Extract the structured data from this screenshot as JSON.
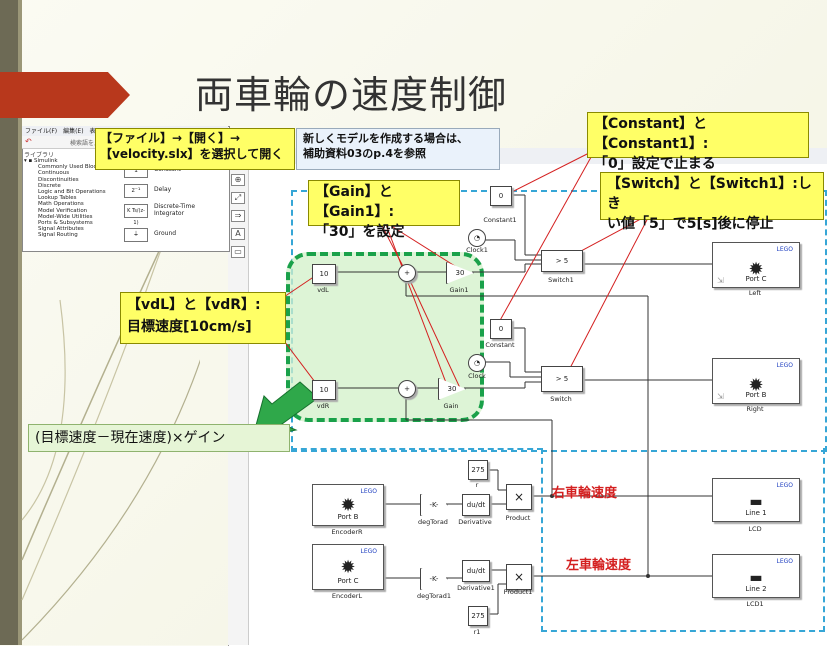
{
  "slide": {
    "title": "両車輪の速度制御"
  },
  "library": {
    "menu": [
      "ファイル(F)",
      "編集(E)",
      "表"
    ],
    "label": "ライブラリ",
    "search_text": "検索語を入",
    "tree": [
      "Simulink",
      "Commonly Used Blocks",
      "Continuous",
      "Discontinuities",
      "Discrete",
      "Logic and Bit Operations",
      "Lookup Tables",
      "Math Operations",
      "Model Verification",
      "Model-Wide Utilities",
      "Ports & Subsystems",
      "Signal Attributes",
      "Signal Routing"
    ],
    "blocks": [
      {
        "icon": "1",
        "name": "Constant"
      },
      {
        "icon": "z⁻¹",
        "name": "Delay"
      },
      {
        "icon": "K Ts/(z-1)",
        "name": "Discrete-Time Integrator"
      },
      {
        "icon": "⏚",
        "name": "Ground"
      }
    ]
  },
  "callouts": {
    "file": [
      "【ファイル】→【開く】→",
      "【velocity.slx】を選択して開く"
    ],
    "new_model": [
      "新しくモデルを作成する場合は、",
      "補助資料03のp.4を参照"
    ],
    "constant": [
      "【Constant】と【Constant1】:",
      "「0」設定で止まる"
    ],
    "switch": [
      "【Switch】と【Switch1】:しき",
      "い値「5」で5[s]後に停止"
    ],
    "gain": [
      "【Gain】と【Gain1】:",
      "「30」を設定"
    ],
    "vd": [
      "【vdL】と【vdR】:",
      "目標速度[10cm/s]"
    ],
    "error": "(目標速度－現在速度)×ゲイン"
  },
  "blocks": {
    "vdL": {
      "value": "10",
      "label": "vdL"
    },
    "vdR": {
      "value": "10",
      "label": "vdR"
    },
    "gain1": {
      "value": "30",
      "label": "Gain1"
    },
    "gain": {
      "value": "30",
      "label": "Gain"
    },
    "constant1": {
      "value": "0",
      "label": "Constant1"
    },
    "constant": {
      "value": "0",
      "label": "Constant"
    },
    "clock1": {
      "label": "Clock1"
    },
    "clock": {
      "label": "Clock"
    },
    "switch1": {
      "value": "> 5",
      "label": "Switch1"
    },
    "switch": {
      "value": "> 5",
      "label": "Switch"
    },
    "portC_out": {
      "lego": "LEGO",
      "port": "Port C",
      "label": "Left"
    },
    "portB_out": {
      "lego": "LEGO",
      "port": "Port B",
      "label": "Right"
    },
    "encR": {
      "lego": "LEGO",
      "port": "Port B",
      "label": "EncoderR"
    },
    "encL": {
      "lego": "LEGO",
      "port": "Port C",
      "label": "EncoderL"
    },
    "degToRad": {
      "value": "-K-",
      "label": "degTorad"
    },
    "degToRad1": {
      "value": "-K-",
      "label": "degTorad1"
    },
    "deriv": {
      "value": "du/dt",
      "label": "Derivative"
    },
    "deriv1": {
      "value": "du/dt",
      "label": "Derivative1"
    },
    "r": {
      "value": "275",
      "label": "r"
    },
    "r1": {
      "value": "275",
      "label": "r1"
    },
    "product": {
      "value": "×",
      "label": "Product"
    },
    "product1": {
      "value": "×",
      "label": "Product1"
    },
    "lcd": {
      "lego": "LEGO",
      "port": "Line 1",
      "label": "LCD"
    },
    "lcd1": {
      "lego": "LEGO",
      "port": "Line 2",
      "label": "LCD1"
    }
  },
  "annotations": {
    "right_speed": "右車輪速度",
    "left_speed": "左車輪速度"
  },
  "colors": {
    "callout_bg": "#ffff66",
    "accent_arrow": "#b8381c",
    "dashed_blue": "#36a6d6",
    "dashed_green": "#1aa14a",
    "annotation_red": "#d42020"
  }
}
